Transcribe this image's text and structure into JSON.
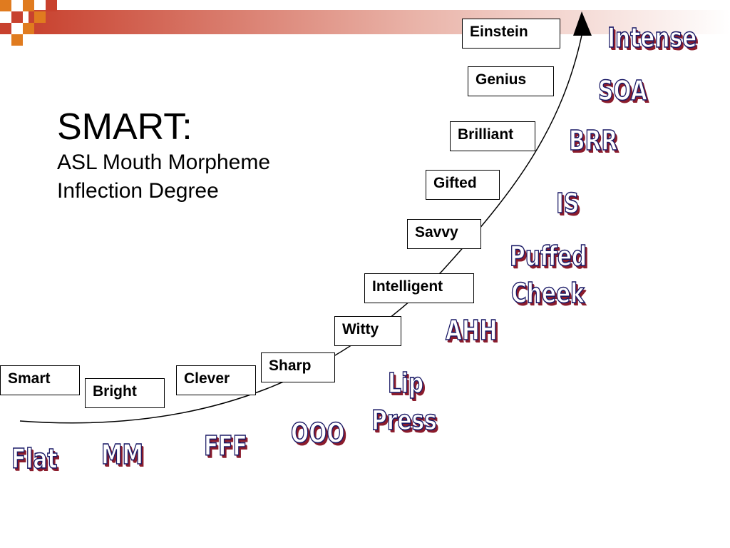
{
  "title": {
    "main": "SMART:",
    "line1": "ASL Mouth Morpheme",
    "line2": "Inflection Degree"
  },
  "words": [
    "Smart",
    "Bright",
    "Clever",
    "Sharp",
    "Witty",
    "Intelligent",
    "Savvy",
    "Gifted",
    "Brilliant",
    "Genius",
    "Einstein"
  ],
  "morphemes": {
    "flat": "Flat",
    "mm": "MM",
    "fff": "FFF",
    "ooo": "OOO",
    "lip_press_1": "Lip",
    "lip_press_2": "Press",
    "ahh": "AHH",
    "puffed_cheek_1": "Puffed",
    "puffed_cheek_2": "Cheek",
    "is": "IS",
    "brr": "BRR",
    "soa": "SOA",
    "intense": "Intense"
  },
  "colors": {
    "deco_red": "#c8412e",
    "deco_orange": "#e07b1f",
    "wordart_fill": "#ffffff",
    "wordart_outline": "#1a1a66",
    "wordart_shadow": "#8b1c2c"
  }
}
